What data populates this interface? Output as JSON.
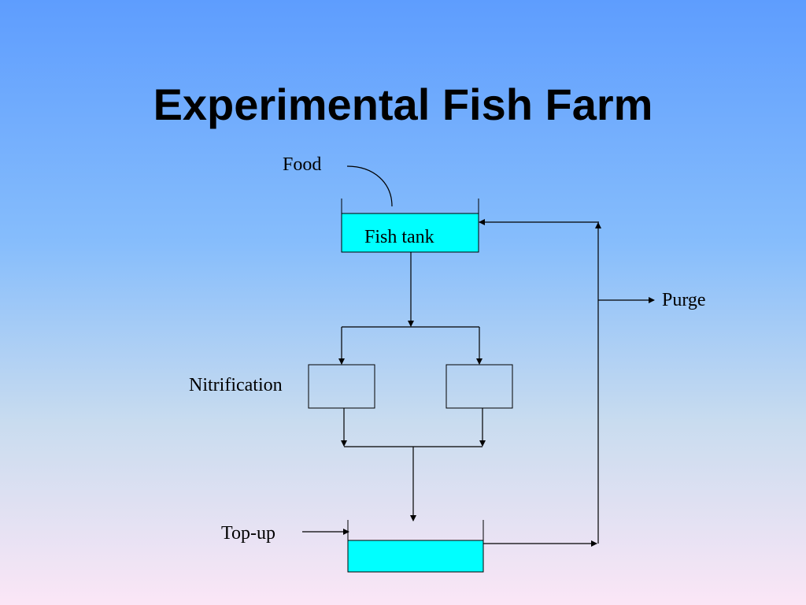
{
  "slide": {
    "title": "Experimental Fish Farm"
  },
  "diagram": {
    "food_label": "Food",
    "fish_tank_label": "Fish tank",
    "purge_label": "Purge",
    "nitrification_label": "Nitrification",
    "topup_label": "Top-up"
  },
  "colors": {
    "tank_fill": "#00ffff",
    "line": "#000000",
    "background_top": "#5e9dfe",
    "background_bottom": "#fbe6f6"
  }
}
